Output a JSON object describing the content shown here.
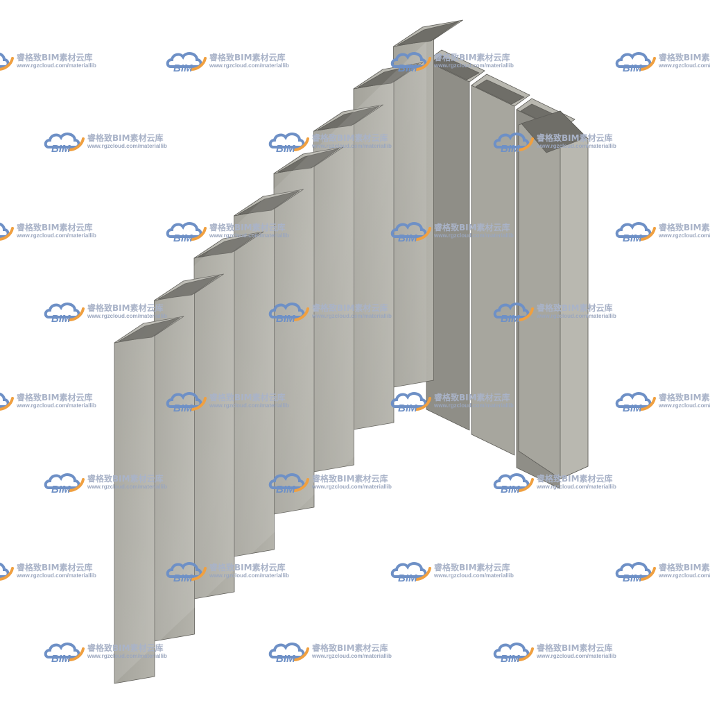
{
  "scene": {
    "subject": "rectangular-tube-fence-panel",
    "colors": {
      "background": "#ffffff",
      "tube_face_light": "#b9b8b0",
      "tube_face_mid": "#a7a69e",
      "tube_face_dark": "#8f8e87",
      "tube_inner": "#6f6e68",
      "tube_edge": "#5e5d58"
    }
  },
  "watermark": {
    "logo_text": "BIM",
    "title": "睿格致BIM素材云库",
    "url": "www.rgzcloud.com/materiallib",
    "colors": {
      "cloud": "#6e90c6",
      "swoosh": "#f0a040",
      "text": "#a9b3c8"
    }
  }
}
